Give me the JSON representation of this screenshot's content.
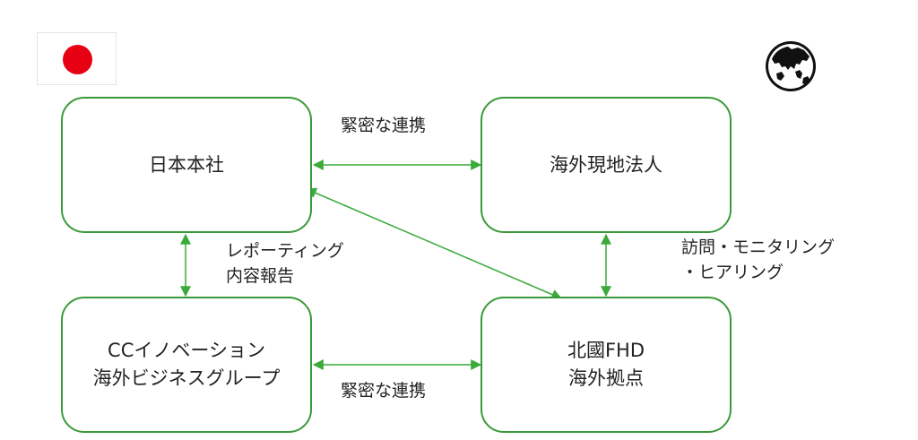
{
  "flag": {
    "country": "Japan",
    "sun_color": "#e60012"
  },
  "globe": {
    "icon": "globe-asia-icon"
  },
  "colors": {
    "box_border": "#3a9a3a",
    "arrow": "#3aaa3a"
  },
  "nodes": {
    "hq": "日本本社",
    "overseas_subsidiary": "海外現地法人",
    "cc_innovation": {
      "line1": "CCイノベーション",
      "line2": "海外ビジネスグループ"
    },
    "hokkoku": {
      "line1": "北國FHD",
      "line2": "海外拠点"
    }
  },
  "edge_labels": {
    "top_link": "緊密な連携",
    "bottom_link": "緊密な連携",
    "reporting": {
      "line1": "レポーティング",
      "line2": "内容報告"
    },
    "visits": {
      "line1": "訪問・モニタリング",
      "line2": "・ヒアリング"
    }
  }
}
